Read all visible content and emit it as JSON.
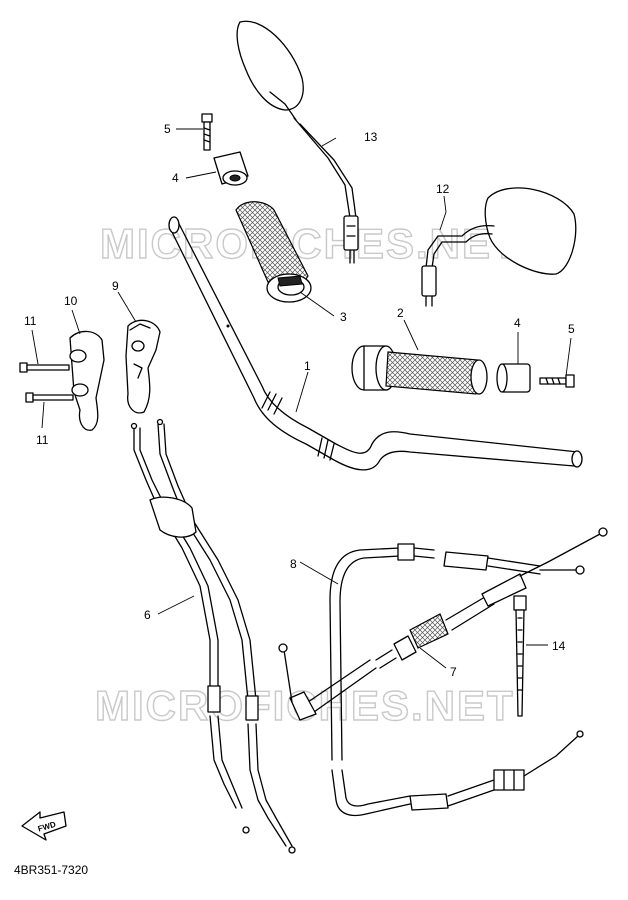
{
  "diagram_code": "4BR351-7320",
  "watermarks": [
    "MICROFICHES.NET",
    "MICROFICHES.NET"
  ],
  "fwd_label": "FWD",
  "callouts": {
    "c1": "1",
    "c2": "2",
    "c3": "3",
    "c4a": "4",
    "c4b": "4",
    "c5a": "5",
    "c5b": "5",
    "c6": "6",
    "c7": "7",
    "c8": "8",
    "c9": "9",
    "c10": "10",
    "c11a": "11",
    "c11b": "11",
    "c12": "12",
    "c13": "13",
    "c14": "14"
  }
}
